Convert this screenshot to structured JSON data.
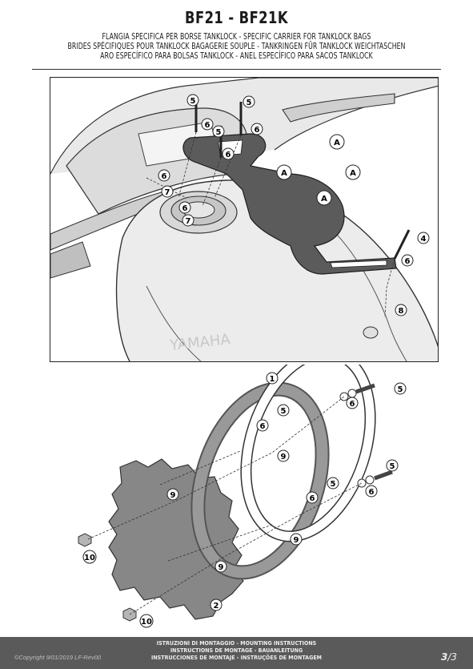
{
  "header": {
    "title": "BF21 - BF21K",
    "subtitle_lines": [
      "FLANGIA SPECIFICA PER BORSE TANKLOCK - SPECIFIC CARRIER FOR TANKLOCK BAGS",
      "BRIDES SPÉCIFIQUES POUR TANKLOCK BAGAGERIE SOUPLE - TANKRINGEN FÜR TANKLOCK WEICHTASCHEN",
      "ARO ESPECÍFICO PARA BOLSAS TANKLOCK - ANEL ESPECÍFICO PARA SACOS TANKLOCK"
    ]
  },
  "figure_top": {
    "brand_text": "YAMAHA",
    "callouts": {
      "five": "5",
      "six": "6",
      "seven": "7",
      "four": "4",
      "eight": "8",
      "a": "A"
    }
  },
  "figure_bottom": {
    "callouts": {
      "one": "1",
      "two": "2",
      "five": "5",
      "six": "6",
      "nine": "9",
      "ten": "10"
    }
  },
  "footer": {
    "copyright": "©Copyright 9/01/2019 LF-Rev00",
    "lines": [
      "ISTRUZIONI DI MONTAGGIO - MOUNTING INSTRUCTIONS",
      "INSTRUCTIONS DE MONTAGE - BAUANLEITUNG",
      "INSTRUCCIONES DE MONTAJE - INSTRUÇÕES DE MONTAGEM"
    ],
    "page_current": "3",
    "page_total": "/3"
  }
}
